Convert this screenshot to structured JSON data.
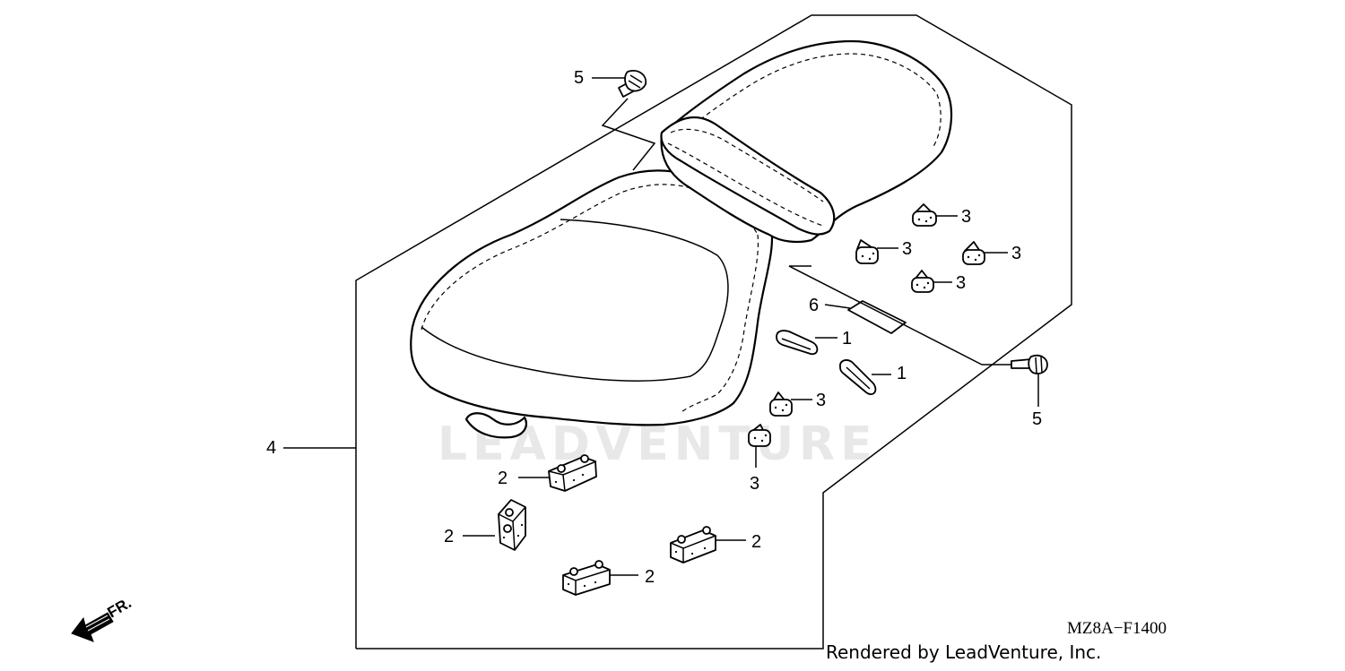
{
  "diagram": {
    "code": "MZ8A−F1400",
    "credit": "Rendered by LeadVenture, Inc.",
    "watermark": "LEADVENTURE",
    "direction_label": "FR.",
    "callouts": {
      "cushion_rubber_a": "1",
      "cushion_rubber_b": "1",
      "seat_rubber_front": "2",
      "seat_rubber_left": "2",
      "seat_rubber_bottom": "2",
      "seat_rubber_right": "2",
      "damper_upper": "3",
      "damper_mid_left": "3",
      "damper_mid_right": "3",
      "damper_lower": "3",
      "damper_center": "3",
      "damper_bottom": "3",
      "seat_assembly": "4",
      "bolt_upper": "5",
      "bolt_right": "5",
      "seat_plate": "6"
    }
  }
}
